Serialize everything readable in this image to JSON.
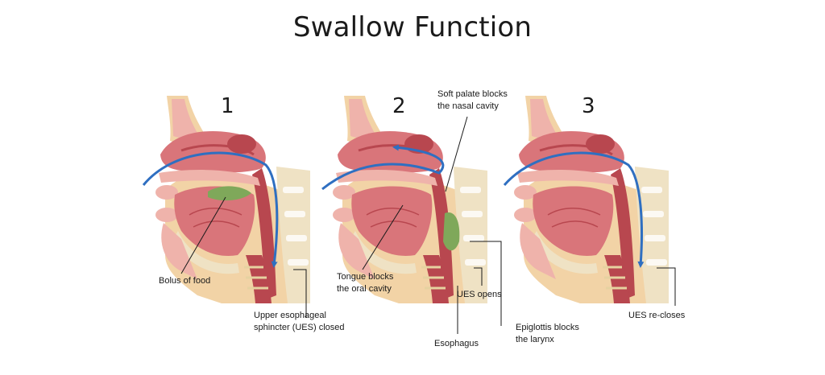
{
  "title": "Swallow Function",
  "panels": [
    {
      "number": "1"
    },
    {
      "number": "2"
    },
    {
      "number": "3"
    }
  ],
  "labels": {
    "bolus": "Bolus of food",
    "ues_closed_1": "Upper esophageal",
    "ues_closed_2": "sphincter (UES) closed",
    "soft_palate_1": "Soft palate blocks",
    "soft_palate_2": "the nasal cavity",
    "tongue_1": "Tongue blocks",
    "tongue_2": "the oral cavity",
    "ues_opens": "UES opens",
    "esophagus": "Esophagus",
    "epiglottis_1": "Epiglottis blocks",
    "epiglottis_2": "the larynx",
    "ues_recloses": "UES re-closes"
  },
  "colors": {
    "tissue": "#d9757a",
    "tissue_dark": "#b8474f",
    "tissue_light": "#efb3ab",
    "skin": "#f2d3a6",
    "bone": "#efe2c4",
    "cartilage": "#e6d2a0",
    "bolus": "#7fa85a",
    "arrow": "#2f6fc1"
  }
}
